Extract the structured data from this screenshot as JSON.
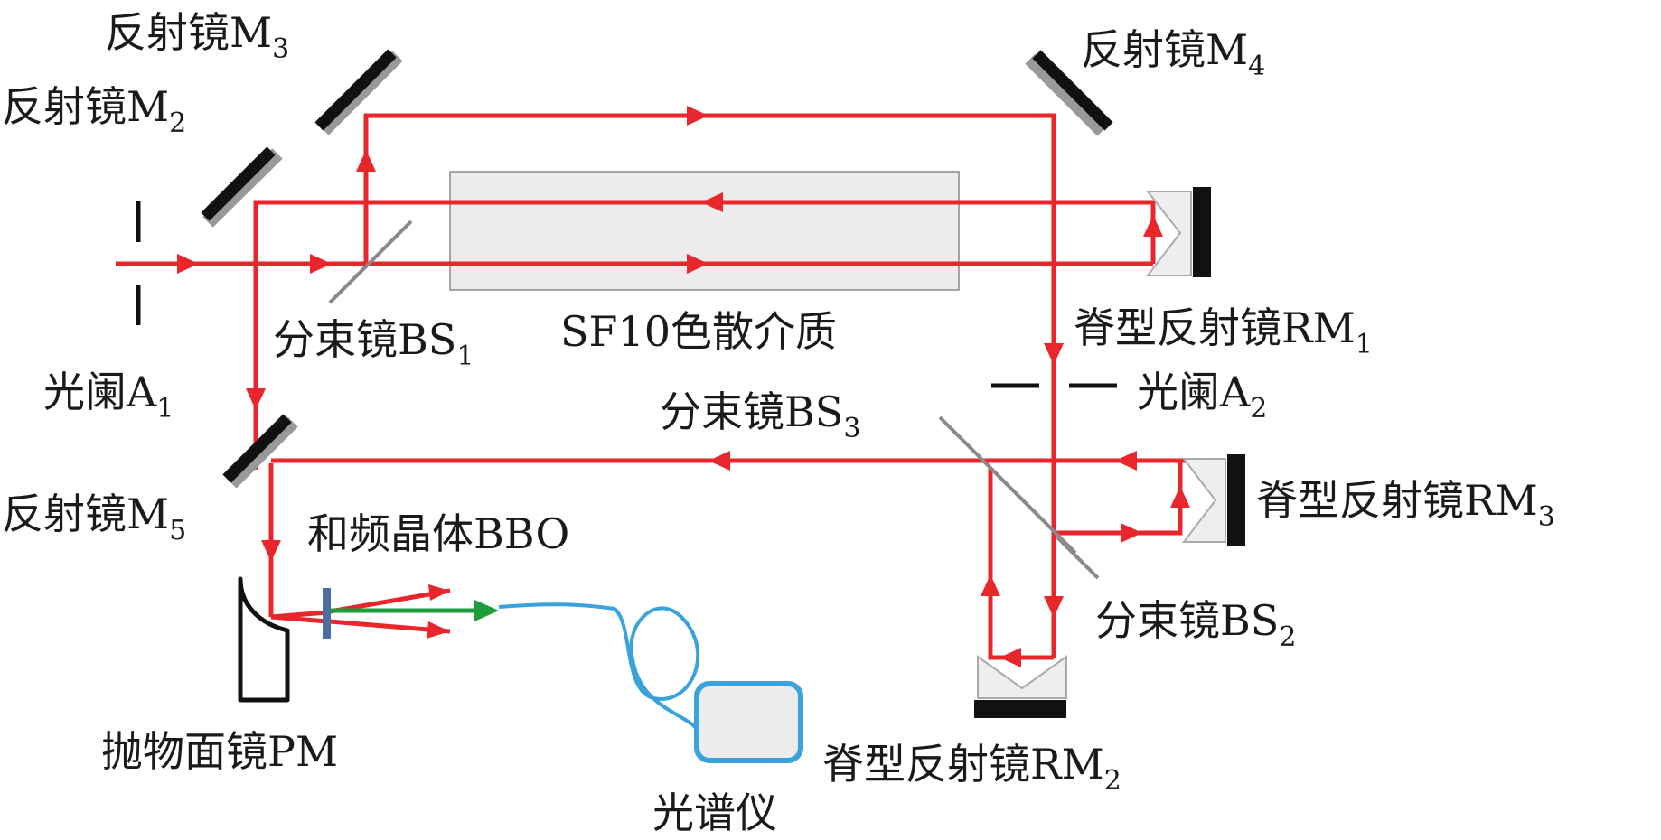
{
  "labels": {
    "m3": {
      "text": "反射镜M",
      "sub": "3"
    },
    "m2": {
      "text": "反射镜M",
      "sub": "2"
    },
    "m4": {
      "text": "反射镜M",
      "sub": "4"
    },
    "m5": {
      "text": "反射镜M",
      "sub": "5"
    },
    "bs1": {
      "text": "分束镜BS",
      "sub": "1"
    },
    "bs2": {
      "text": "分束镜BS",
      "sub": "2"
    },
    "bs3": {
      "text": "分束镜BS",
      "sub": "3"
    },
    "a1": {
      "text": "光阑A",
      "sub": "1"
    },
    "a2": {
      "text": "光阑A",
      "sub": "2"
    },
    "rm1": {
      "text": "脊型反射镜RM",
      "sub": "1"
    },
    "rm2": {
      "text": "脊型反射镜RM",
      "sub": "2"
    },
    "rm3": {
      "text": "脊型反射镜RM",
      "sub": "3"
    },
    "sf10": {
      "text": "SF10色散介质"
    },
    "bbo": {
      "text": "和频晶体BBO"
    },
    "pm": {
      "text": "抛物面镜PM"
    },
    "spectrometer": {
      "text": "光谱仪"
    }
  },
  "colors": {
    "beam": "#e8262b",
    "sum_frequency_beam": "#1e9e3a",
    "fiber": "#3aa3dc",
    "mirror": "#111111",
    "crystal": "#4a6fa5",
    "medium_fill": "#ececec"
  }
}
